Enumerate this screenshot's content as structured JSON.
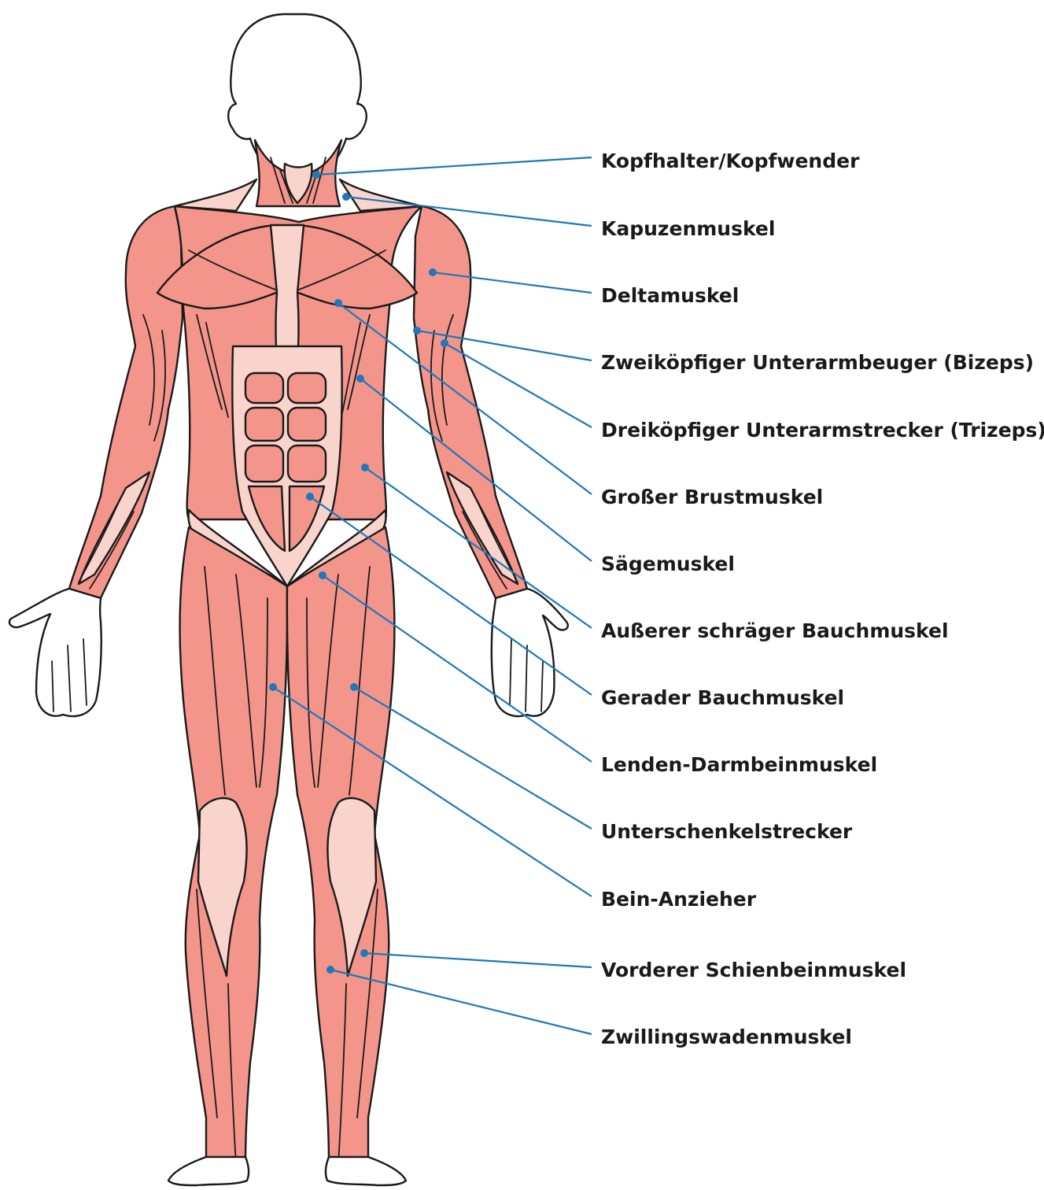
{
  "colors": {
    "muscle": "#f4958c",
    "tendon": "#f9d4cd",
    "skin": "#ffffff",
    "leader": "#1f78b9",
    "text": "#1a1a1a"
  },
  "labels": [
    {
      "id": "kopfhalter",
      "text": "Kopfhalter/Kopfwender"
    },
    {
      "id": "kapuzenmuskel",
      "text": "Kapuzenmuskel"
    },
    {
      "id": "deltamuskel",
      "text": "Deltamuskel"
    },
    {
      "id": "bizeps",
      "text": "Zweiköpfiger Unterarmbeuger (Bizeps)"
    },
    {
      "id": "trizeps",
      "text": "Dreiköpfiger Unterarmstrecker (Trizeps)"
    },
    {
      "id": "brustmuskel",
      "text": "Großer Brustmuskel"
    },
    {
      "id": "saegemuskel",
      "text": "Sägemuskel"
    },
    {
      "id": "schraeger-bauchmuskel",
      "text": "Außerer schräger Bauchmuskel"
    },
    {
      "id": "gerader-bauchmuskel",
      "text": "Gerader Bauchmuskel"
    },
    {
      "id": "lenden-darmbeinmuskel",
      "text": "Lenden-Darmbeinmuskel"
    },
    {
      "id": "unterschenkelstrecker",
      "text": "Unterschenkelstrecker"
    },
    {
      "id": "bein-anzieher",
      "text": "Bein-Anzieher"
    },
    {
      "id": "schienbeinmuskel",
      "text": "Vorderer Schienbeinmuskel"
    },
    {
      "id": "wadenmuskel",
      "text": "Zwillingswadenmuskel"
    }
  ]
}
